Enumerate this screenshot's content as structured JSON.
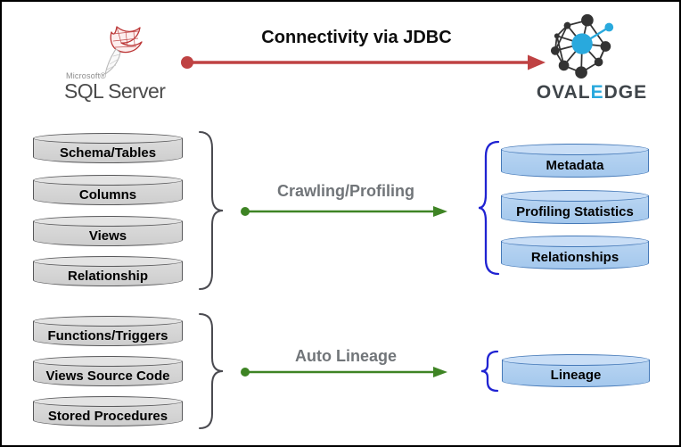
{
  "header": {
    "connectivity_label": "Connectivity via JDBC",
    "sql_server": {
      "brand": "Microsoft®",
      "product": "SQL Server"
    },
    "ovaledge": {
      "prefix": "OVAL",
      "accent": "E",
      "suffix": "DGE"
    }
  },
  "top_flow": {
    "sources": [
      "Schema/Tables",
      "Columns",
      "Views",
      "Relationship"
    ],
    "arrow_label": "Crawling/Profiling",
    "targets": [
      "Metadata",
      "Profiling Statistics",
      "Relationships"
    ]
  },
  "bottom_flow": {
    "sources": [
      "Functions/Triggers",
      "Views Source Code",
      "Stored Procedures"
    ],
    "arrow_label": "Auto Lineage",
    "targets": [
      "Lineage"
    ]
  },
  "colors": {
    "red_arrow": "#bf4243",
    "green_arrow": "#3e8424",
    "flow_label_gray": "#717579",
    "gray_cylinder_fill": "#d6d6d6",
    "gray_cylinder_border": "#58585a",
    "blue_cylinder_fill": "#aecdf0",
    "blue_cylinder_border": "#4579b8",
    "brace_gray": "#4a4a50",
    "brace_blue": "#2023d2",
    "ovaledge_accent": "#29a9dd"
  }
}
